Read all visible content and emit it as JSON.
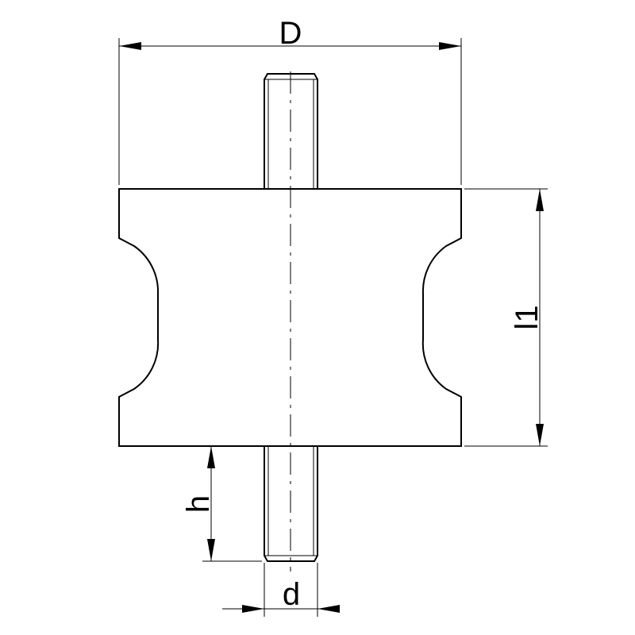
{
  "drawing": {
    "dimensions": {
      "outer_diameter": "D",
      "body_length": "l1",
      "thread_length": "h",
      "thread_diameter": "d"
    }
  }
}
